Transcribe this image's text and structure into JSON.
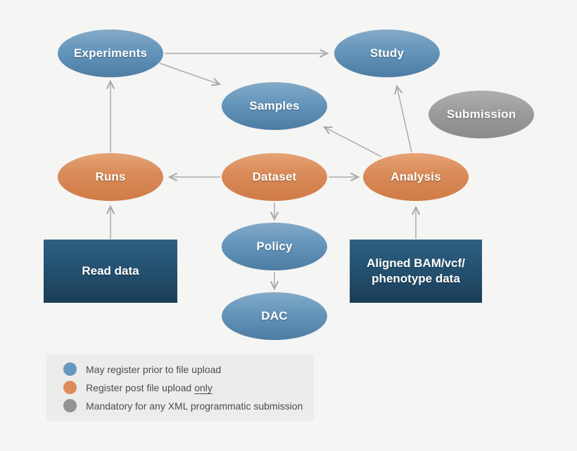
{
  "diagram": {
    "nodes": {
      "experiments": {
        "label": "Experiments",
        "category": "blue"
      },
      "study": {
        "label": "Study",
        "category": "blue"
      },
      "samples": {
        "label": "Samples",
        "category": "blue"
      },
      "submission": {
        "label": "Submission",
        "category": "gray"
      },
      "runs": {
        "label": "Runs",
        "category": "orange"
      },
      "dataset": {
        "label": "Dataset",
        "category": "orange"
      },
      "analysis": {
        "label": "Analysis",
        "category": "orange"
      },
      "policy": {
        "label": "Policy",
        "category": "blue"
      },
      "dac": {
        "label": "DAC",
        "category": "blue"
      },
      "read_data": {
        "label": "Read data",
        "category": "dark-blue-box"
      },
      "aligned_data": {
        "label": "Aligned BAM/vcf/\nphenotype data",
        "category": "dark-blue-box"
      }
    },
    "edges": [
      {
        "from": "experiments",
        "to": "study"
      },
      {
        "from": "experiments",
        "to": "samples"
      },
      {
        "from": "runs",
        "to": "experiments"
      },
      {
        "from": "dataset",
        "to": "runs"
      },
      {
        "from": "dataset",
        "to": "analysis"
      },
      {
        "from": "analysis",
        "to": "samples"
      },
      {
        "from": "analysis",
        "to": "study"
      },
      {
        "from": "dataset",
        "to": "policy"
      },
      {
        "from": "policy",
        "to": "dac"
      },
      {
        "from": "read_data",
        "to": "runs"
      },
      {
        "from": "aligned_data",
        "to": "analysis"
      }
    ]
  },
  "legend": {
    "items": [
      {
        "color_name": "blue",
        "text": "May register prior to file upload",
        "underline": ""
      },
      {
        "color_name": "orange",
        "text": "Register post file upload",
        "underline": "only"
      },
      {
        "color_name": "gray",
        "text": "Mandatory for any XML programmatic submission",
        "underline": ""
      }
    ]
  },
  "colors": {
    "background": "#f5f5f4",
    "blue_node": "#6495bb",
    "orange_node": "#d88a57",
    "gray_node": "#9c9c9c",
    "dark_blue_box": "#24506f",
    "arrow": "#ababab",
    "legend_background": "#ececeb",
    "legend_text": "#4c4c4c",
    "node_text": "#ffffff"
  }
}
